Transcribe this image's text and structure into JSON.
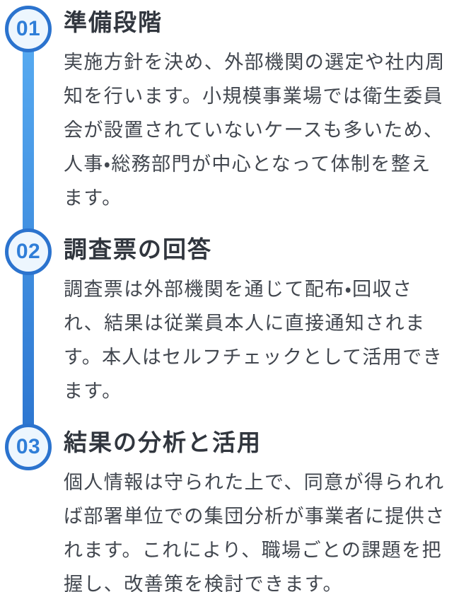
{
  "colors": {
    "circle_border": "#2b73ce",
    "circle_fill": "#edf6fe",
    "number_color": "#2f7ed8",
    "line_top": "#58acf2",
    "line_bottom": "#2b74cf",
    "title_color": "#31363e",
    "body_color": "#42474f",
    "page_bg": "#ffffff"
  },
  "timeline": {
    "steps": [
      {
        "number": "01",
        "title": "準備段階",
        "body": "実施方針を決め、外部機関の選定や社内周\n知を行います。小規模事業場では衛生委員\n会が設置されていないケースも多いため、\n人事・総務部門が中心となって体制を整え\nます。"
      },
      {
        "number": "02",
        "title": "調査票の回答",
        "body": "調査票は外部機関を通じて配布・回収さ\nれ、結果は従業員本人に直接通知されま\nす。本人はセルフチェックとして活用でき\nます。"
      },
      {
        "number": "03",
        "title": "結果の分析と活用",
        "body": "個人情報は守られた上で、同意が得られれ\nば部署単位での集団分析が事業者に提供さ\nれます。これにより、職場ごとの課題を把\n握し、改善策を検討できます。"
      }
    ]
  }
}
